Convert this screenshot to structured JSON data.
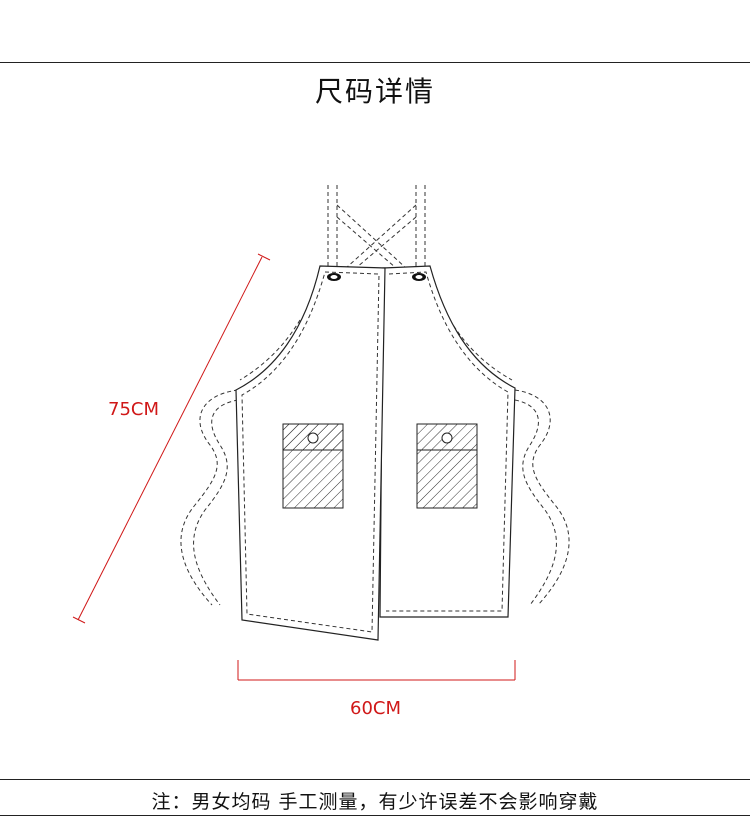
{
  "title": "尺码详情",
  "dimensions": {
    "length_label": "75CM",
    "width_label": "60CM"
  },
  "footer_note": "注：男女均码 手工测量，有少许误差不会影响穿戴",
  "colors": {
    "dimension": "#d01818",
    "outline": "#222222"
  }
}
